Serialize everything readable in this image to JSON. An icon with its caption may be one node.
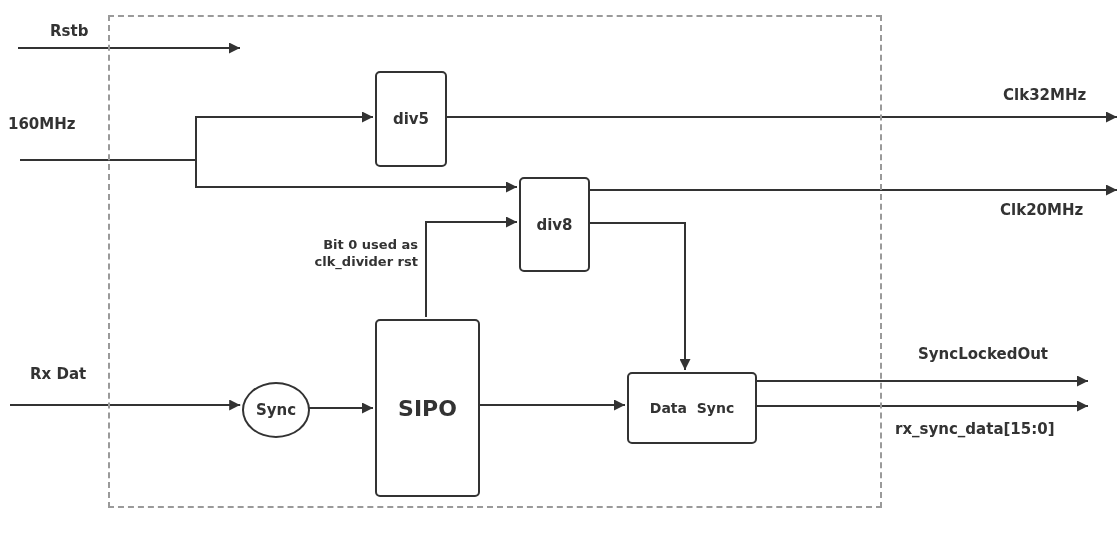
{
  "diagram": {
    "nodes": [
      {
        "text": [],
        "shape": "box"
      },
      {
        "text": [
          "div5"
        ],
        "in": 0
      },
      {
        "text": [
          "div8"
        ],
        "in": 0
      },
      {
        "text": [
          "Sync"
        ],
        "in": 0
      },
      {
        "text": [
          "SIPO"
        ],
        "in": 0
      },
      {
        "text": [
          "Data  Sync"
        ],
        "in": 0
      }
    ],
    "edges": [
      {
        "from": null,
        "to": 0,
        "label": "Rstb",
        "arrow": "to"
      },
      {
        "from": null,
        "to": 1,
        "label": "160MHz",
        "arrow": "to"
      },
      {
        "from": null,
        "to": 2,
        "arrow": "to"
      },
      {
        "from": 1,
        "to": null,
        "label": "Clk32MHz",
        "arrow": "to"
      },
      {
        "from": 2,
        "to": null,
        "label": "Clk20MHz",
        "arrow": "to"
      },
      {
        "from": 4,
        "to": 2,
        "label": "Bit 0 used as clk_divider rst",
        "arrow": "to"
      },
      {
        "from": 2,
        "to": 5,
        "arrow": "to"
      },
      {
        "from": null,
        "to": 3,
        "label": "Rx Dat",
        "arrow": "to"
      },
      {
        "from": 3,
        "to": 4,
        "arrow": "to"
      },
      {
        "from": 4,
        "to": 5,
        "arrow": "to"
      },
      {
        "from": 5,
        "to": null,
        "label": "SyncLockedOut",
        "arrow": "to"
      },
      {
        "from": 5,
        "to": null,
        "label": "rx_sync_data[15:0]",
        "arrow": "to"
      }
    ]
  }
}
